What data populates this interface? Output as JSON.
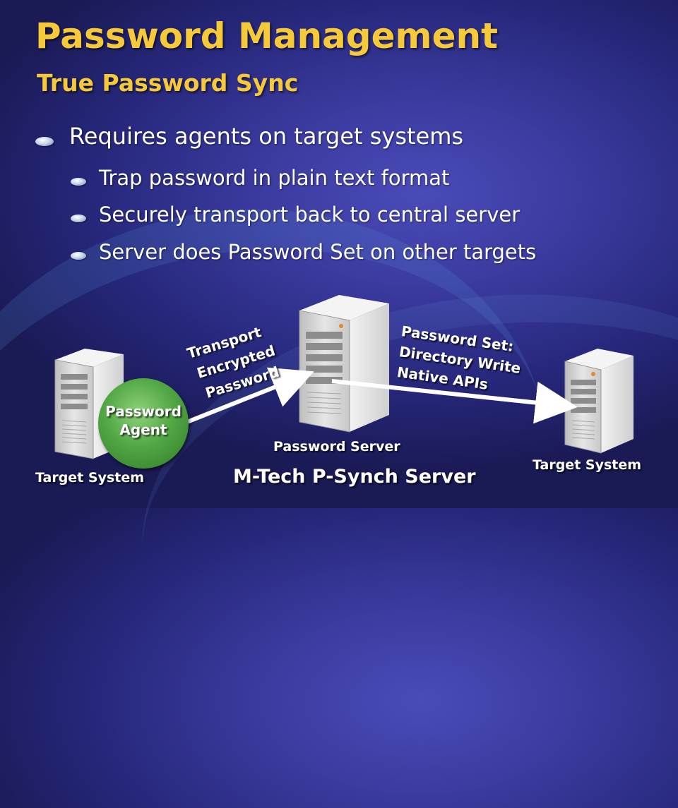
{
  "slide": {
    "title": "Password Management",
    "subtitle": "True Password Sync",
    "bullets": {
      "main": "Requires agents on target systems",
      "sub": [
        "Trap password in plain text format",
        "Securely transport back to central server",
        "Server does Password Set on other targets"
      ]
    }
  },
  "diagram": {
    "agent": {
      "line1": "Password",
      "line2": "Agent"
    },
    "left_server_label": "Target System",
    "center_server_label": "Password Server",
    "right_server_label": "Target System",
    "transport_label": {
      "line1": "Transport",
      "line2": "Encrypted",
      "line3": "Password"
    },
    "set_label": {
      "line1": "Password Set:",
      "line2": "Directory Write",
      "line3": "Native APIs"
    },
    "footer": "M-Tech P-Synch Server",
    "colors": {
      "title": "#f5c93a",
      "agent_green": "#53a845",
      "server_body": "#d9d9d9"
    }
  }
}
